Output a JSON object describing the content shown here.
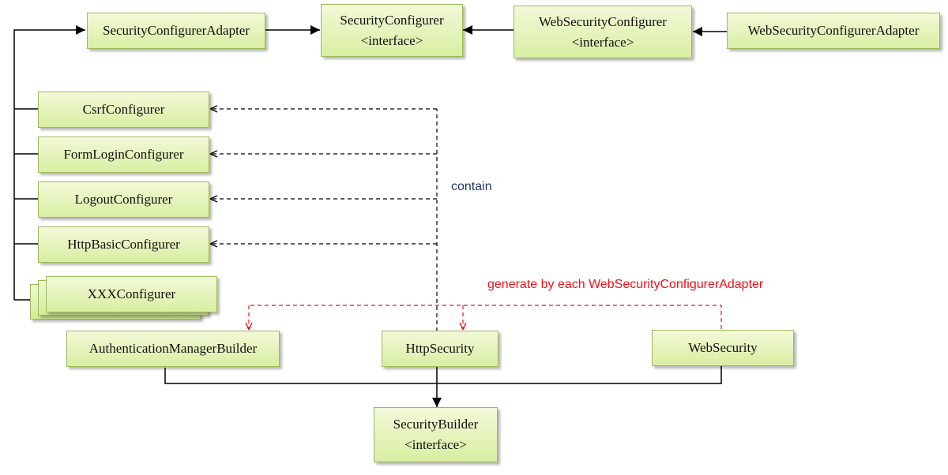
{
  "nodes": {
    "security_configurer_adapter": {
      "name": "SecurityConfigurerAdapter"
    },
    "security_configurer": {
      "name": "SecurityConfigurer",
      "stereotype": "<interface>"
    },
    "web_security_configurer": {
      "name": "WebSecurityConfigurer",
      "stereotype": "<interface>"
    },
    "web_security_configurer_adapter": {
      "name": "WebSecurityConfigurerAdapter"
    },
    "csrf_configurer": {
      "name": "CsrfConfigurer"
    },
    "form_login_configurer": {
      "name": "FormLoginConfigurer"
    },
    "logout_configurer": {
      "name": "LogoutConfigurer"
    },
    "http_basic_configurer": {
      "name": "HttpBasicConfigurer"
    },
    "xxx_configurer": {
      "name": "XXXConfigurer"
    },
    "authentication_manager_builder": {
      "name": "AuthenticationManagerBuilder"
    },
    "http_security": {
      "name": "HttpSecurity"
    },
    "web_security": {
      "name": "WebSecurity"
    },
    "security_builder": {
      "name": "SecurityBuilder",
      "stereotype": "<interface>"
    }
  },
  "labels": {
    "contain": "contain",
    "generate": "generate by each WebSecurityConfigurerAdapter"
  },
  "colors": {
    "contain_label": "#1f3864",
    "generate_label": "#e8141b",
    "generate_line": "#e8141b",
    "line": "#000000",
    "box_border": "#9bbb59"
  }
}
